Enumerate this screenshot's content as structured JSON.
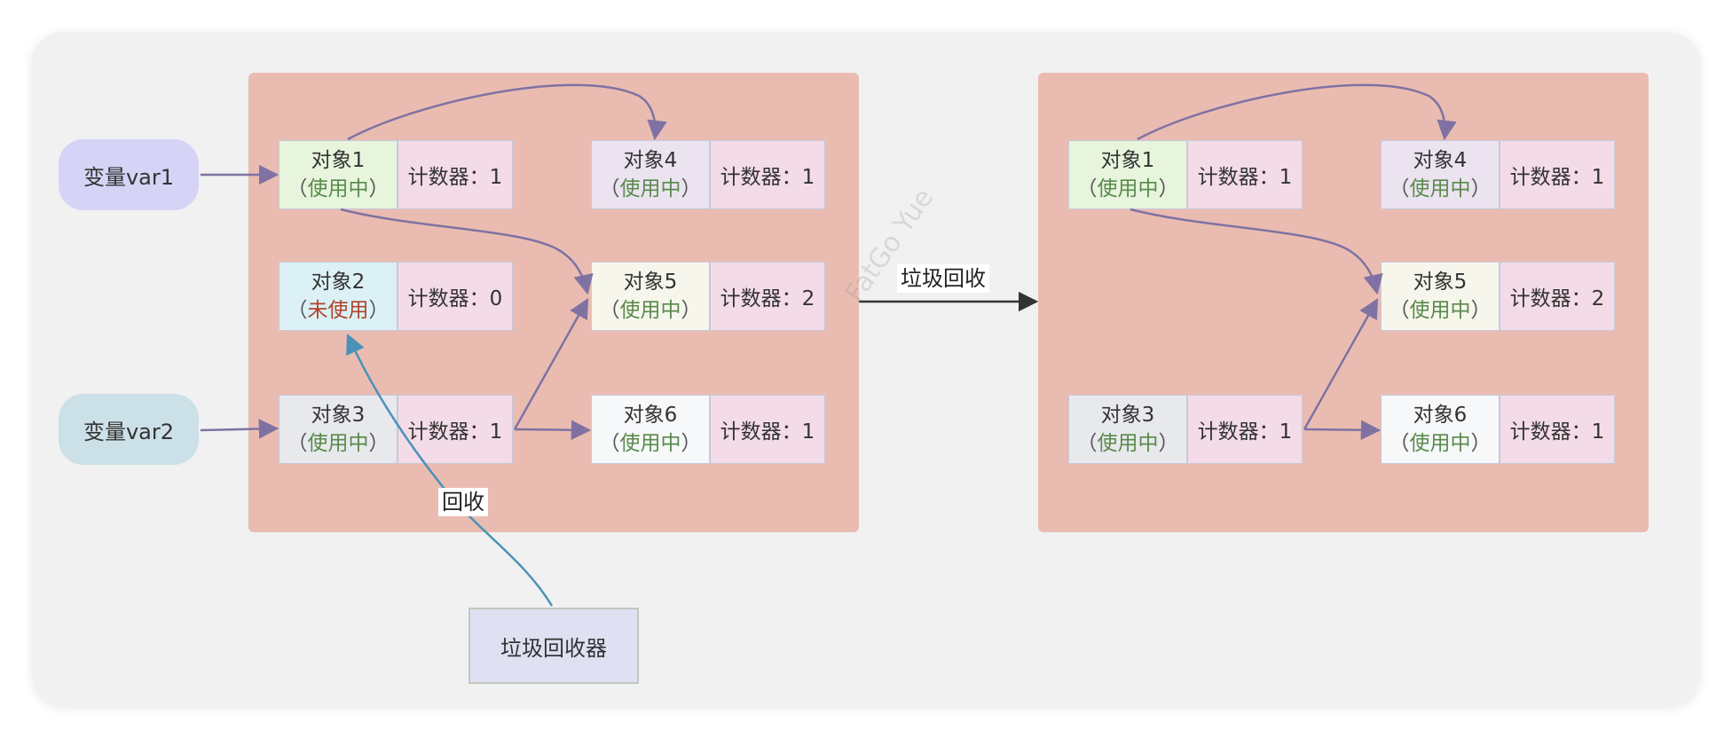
{
  "variables": {
    "var1": "变量var1",
    "var2": "变量var2"
  },
  "labels": {
    "paren_open": "（",
    "paren_close": "）",
    "state_used": "使用中",
    "state_unused": "未使用"
  },
  "before": {
    "obj1": {
      "name": "对象1",
      "counter": "计数器：1"
    },
    "obj2": {
      "name": "对象2",
      "counter": "计数器：0"
    },
    "obj3": {
      "name": "对象3",
      "counter": "计数器：1"
    },
    "obj4": {
      "name": "对象4",
      "counter": "计数器：1"
    },
    "obj5": {
      "name": "对象5",
      "counter": "计数器：2"
    },
    "obj6": {
      "name": "对象6",
      "counter": "计数器：1"
    }
  },
  "after": {
    "obj1": {
      "name": "对象1",
      "counter": "计数器：1"
    },
    "obj3": {
      "name": "对象3",
      "counter": "计数器：1"
    },
    "obj4": {
      "name": "对象4",
      "counter": "计数器：1"
    },
    "obj5": {
      "name": "对象5",
      "counter": "计数器：2"
    },
    "obj6": {
      "name": "对象6",
      "counter": "计数器：1"
    }
  },
  "gc_node": "垃圾回收器",
  "edge_labels": {
    "gc": "垃圾回收",
    "reclaim": "回收"
  },
  "watermark": "FatGo Yue",
  "colors": {
    "canvas_bg": "#f1f1f1",
    "cluster_bg": "#eabcb1",
    "counter_bg": "#f3dbe7",
    "edge_purple": "#7f72a3",
    "edge_blue": "#4a92b8",
    "edge_dark": "#333333",
    "state_used": "#5a8a4c",
    "state_unused": "#b0442c"
  }
}
